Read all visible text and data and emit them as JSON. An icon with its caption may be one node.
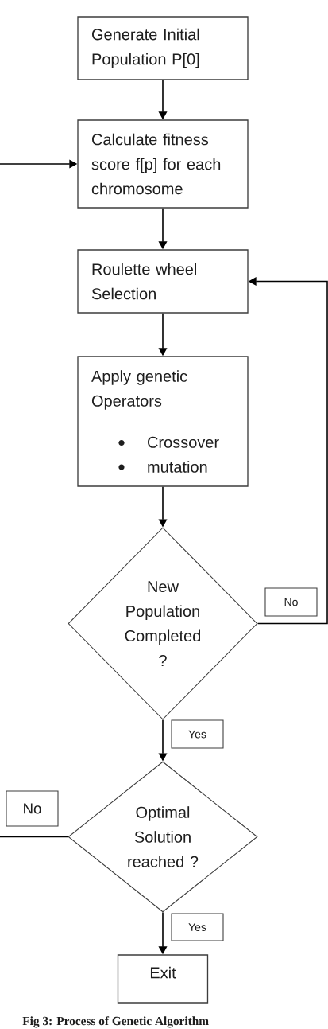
{
  "diagram": {
    "caption": "Fig 3: Process of Genetic Algorithm",
    "nodes": [
      {
        "text": [
          "Generate Initial Population P[0]"
        ]
      },
      {
        "text": [
          "Calculate fitness score f[p] for each chromosome"
        ]
      },
      {
        "text": [
          "Roulette wheel Selection"
        ]
      },
      {
        "text": [
          "Apply genetic Operators",
          "Crossover",
          "mutation"
        ]
      },
      {
        "text": [
          "New Population Completed ?"
        ]
      },
      {
        "text": [
          "No"
        ]
      },
      {
        "text": [
          "Yes"
        ]
      },
      {
        "text": [
          "Optimal Solution reached ?"
        ]
      },
      {
        "text": [
          "No"
        ]
      },
      {
        "text": [
          "Yes"
        ]
      },
      {
        "text": [
          "Exit"
        ]
      }
    ],
    "edges": [
      {
        "from": 0,
        "to": 1,
        "arrow": "to"
      },
      {
        "from": null,
        "to": 1,
        "arrow": "to"
      },
      {
        "from": 1,
        "to": 2,
        "arrow": "to"
      },
      {
        "from": 2,
        "to": 3,
        "arrow": "to"
      },
      {
        "from": 3,
        "to": 4,
        "arrow": "to"
      },
      {
        "from": 4,
        "to": 2,
        "arrow": "to"
      },
      {
        "from": 4,
        "to": 7,
        "arrow": "to"
      },
      {
        "from": 7,
        "to": null,
        "arrow": "none"
      },
      {
        "from": 7,
        "to": 10,
        "arrow": "to"
      }
    ]
  }
}
